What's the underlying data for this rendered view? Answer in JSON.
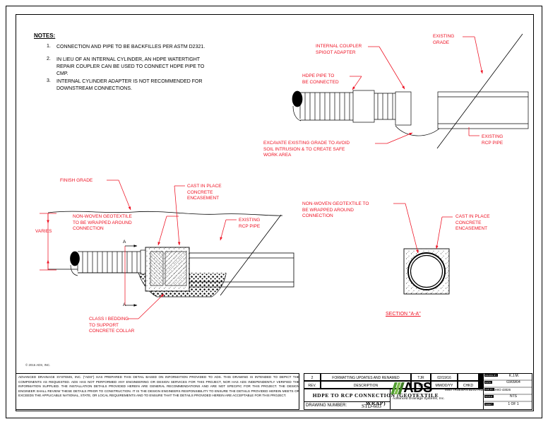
{
  "sheet": {
    "copyright": "© 2016 ADS, INC."
  },
  "notes": {
    "heading": "NOTES:",
    "items": [
      {
        "num": "1.",
        "text": "CONNECTION AND PIPE TO BE BACKFILLES PER ASTM D2321."
      },
      {
        "num": "2.",
        "text": "IN LIEU OF AN INTERNAL CYLINDER, AN HDPE WATERTIGHT\nREPAIR COUPLER CAN BE USED TO CONNECT HDPE PIPE TO\nCMP."
      },
      {
        "num": "3.",
        "text": "INTERNAL CYLINDER ADAPTER IS NOT RECOMMENDED FOR\nDOWNSTREAM CONNECTIONS."
      }
    ]
  },
  "detail_top_right": {
    "labels": {
      "internal_coupler": "INTERNAL COUPLER\nSPIGOT ADAPTER",
      "hdpe_pipe": "HDPE PIPE TO\nBE CONNECTED",
      "existing_grade": "EXISTING\nGRADE",
      "existing_rcp": "EXISTING\nRCP PIPE",
      "excavate": "EXCAVATE EXISTING GRADE TO AVOID\nSOIL INTRUSION & TO CREATE SAFE\nWORK AREA"
    }
  },
  "detail_main": {
    "labels": {
      "finish_grade": "FINISH GRADE",
      "cast_in_place": "CAST IN PLACE\nCONCRETE\nENCASEMENT",
      "geotextile": "NON-WOVEN GEOTEXTILE\nTO BE WRAPPED AROUND\nCONNECTION",
      "varies": "VARIES",
      "existing_rcp": "EXISTING\nRCP PIPE",
      "class_i_bedding": "CLASS I BEDDING\nTO SUPPORT\nCONCRETE COLLAR",
      "section_mark_top": "A",
      "section_mark_bottom": "A"
    }
  },
  "detail_section": {
    "labels": {
      "geotextile": "NON-WOVEN GEOTEXTILE TO\nBE WRAPPED AROUND\nCONNECTION",
      "cast_in_place": "CAST IN PLACE\nCONCRETE\nENCASEMENT",
      "caption": "SECTION \"A-A\""
    }
  },
  "title_block": {
    "disclaimer": "ADVANCED DRAINAGE SYSTEMS, INC. (\"ADS\") HAS PREPARED THIS DETAIL BASED ON INFORMATION PROVIDED TO ADS.  THIS DRAWING IS INTENDED TO DEPICT THE COMPONENTS AS REQUESTED.   ADS HAS NOT PERFORMED ANY ENGINEERING OR DESIGN SERVICES FOR THIS PROJECT, NOR HAS ADS INDEPENDENTLY VERIFIED THE INFORMATION SUPPLIED.   THE INSTALLATION DETAILS PROVIDED HEREIN ARE GENERAL RECOMMENDATIONS AND ARE NOT SPECIFIC FOR THIS PROJECT.   THE DESIGN ENGINEER SHALL REVIEW THESE DETAILS PRIOR TO CONSTRUCTION.   IT IS THE DESIGN ENGINEERS RESPONSIBILITY TO ENSURE THE DETAILS PROVIDED HEREIN MEETS OR EXCEEDS THE APPLICABLE NATIONAL, STATE, OR LOCAL REQUIREMENTS AND TO ENSURE THAT THE DETAILS PROVIDED HEREIN ARE ACCEPTABLE FOR THIS PROJECT.",
    "revision_table": {
      "headers": {
        "rev": "REV.",
        "description": "DESCRIPTION",
        "by": "BY",
        "date": "MM/DD/YY",
        "chkd": "CHKD"
      },
      "rows": [
        {
          "rev": "2",
          "description": "FORMATTING UPDATES AND RENAMED",
          "by": "TJR",
          "date": "02/19/16",
          "chkd": ""
        }
      ]
    },
    "drawing_title": "HDPE TO RCP\nCONNECTION (GEOTEXTILE WRAP)",
    "drawing_number_label": "DRAWING NUMBER:",
    "drawing_number": "STD-603",
    "logo": {
      "word": "ADS",
      "tagline": "Advanced Drainage Systems, Inc.",
      "slash_color": "#4f9c2f"
    },
    "address": "4640 TRUEMAN BLVD\nHILLIARD, OHIO 43026",
    "info": [
      {
        "label": "DRAWN BY:",
        "value": "K.J.M."
      },
      {
        "label": "DATE:",
        "value": "03/09/04"
      },
      {
        "label": "CHK BY:",
        "value": ""
      },
      {
        "label": "SCALE:",
        "value": "NTS"
      },
      {
        "label": "SHEET:",
        "value": "1 OF 1"
      }
    ]
  }
}
